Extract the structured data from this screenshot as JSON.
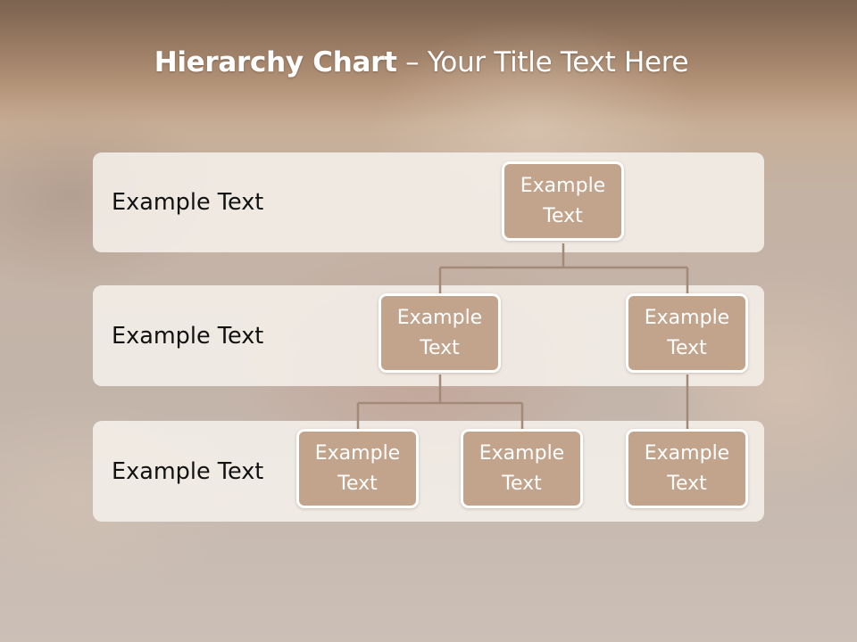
{
  "slide": {
    "title_bold": "Hierarchy Chart",
    "title_rest": " – Your Title Text Here"
  },
  "levels": [
    {
      "label": "Example Text"
    },
    {
      "label": "Example Text"
    },
    {
      "label": "Example Text"
    }
  ],
  "nodes": {
    "root": "Example Text",
    "mid_left": "Example Text",
    "mid_right": "Example Text",
    "bottom_left": "Example Text",
    "bottom_center": "Example Text",
    "bottom_right": "Example Text"
  },
  "colors": {
    "node_fill": "#c1a48b",
    "node_border": "#ffffff",
    "connector": "#a38a76",
    "band_fill": "#f5f0ea"
  }
}
